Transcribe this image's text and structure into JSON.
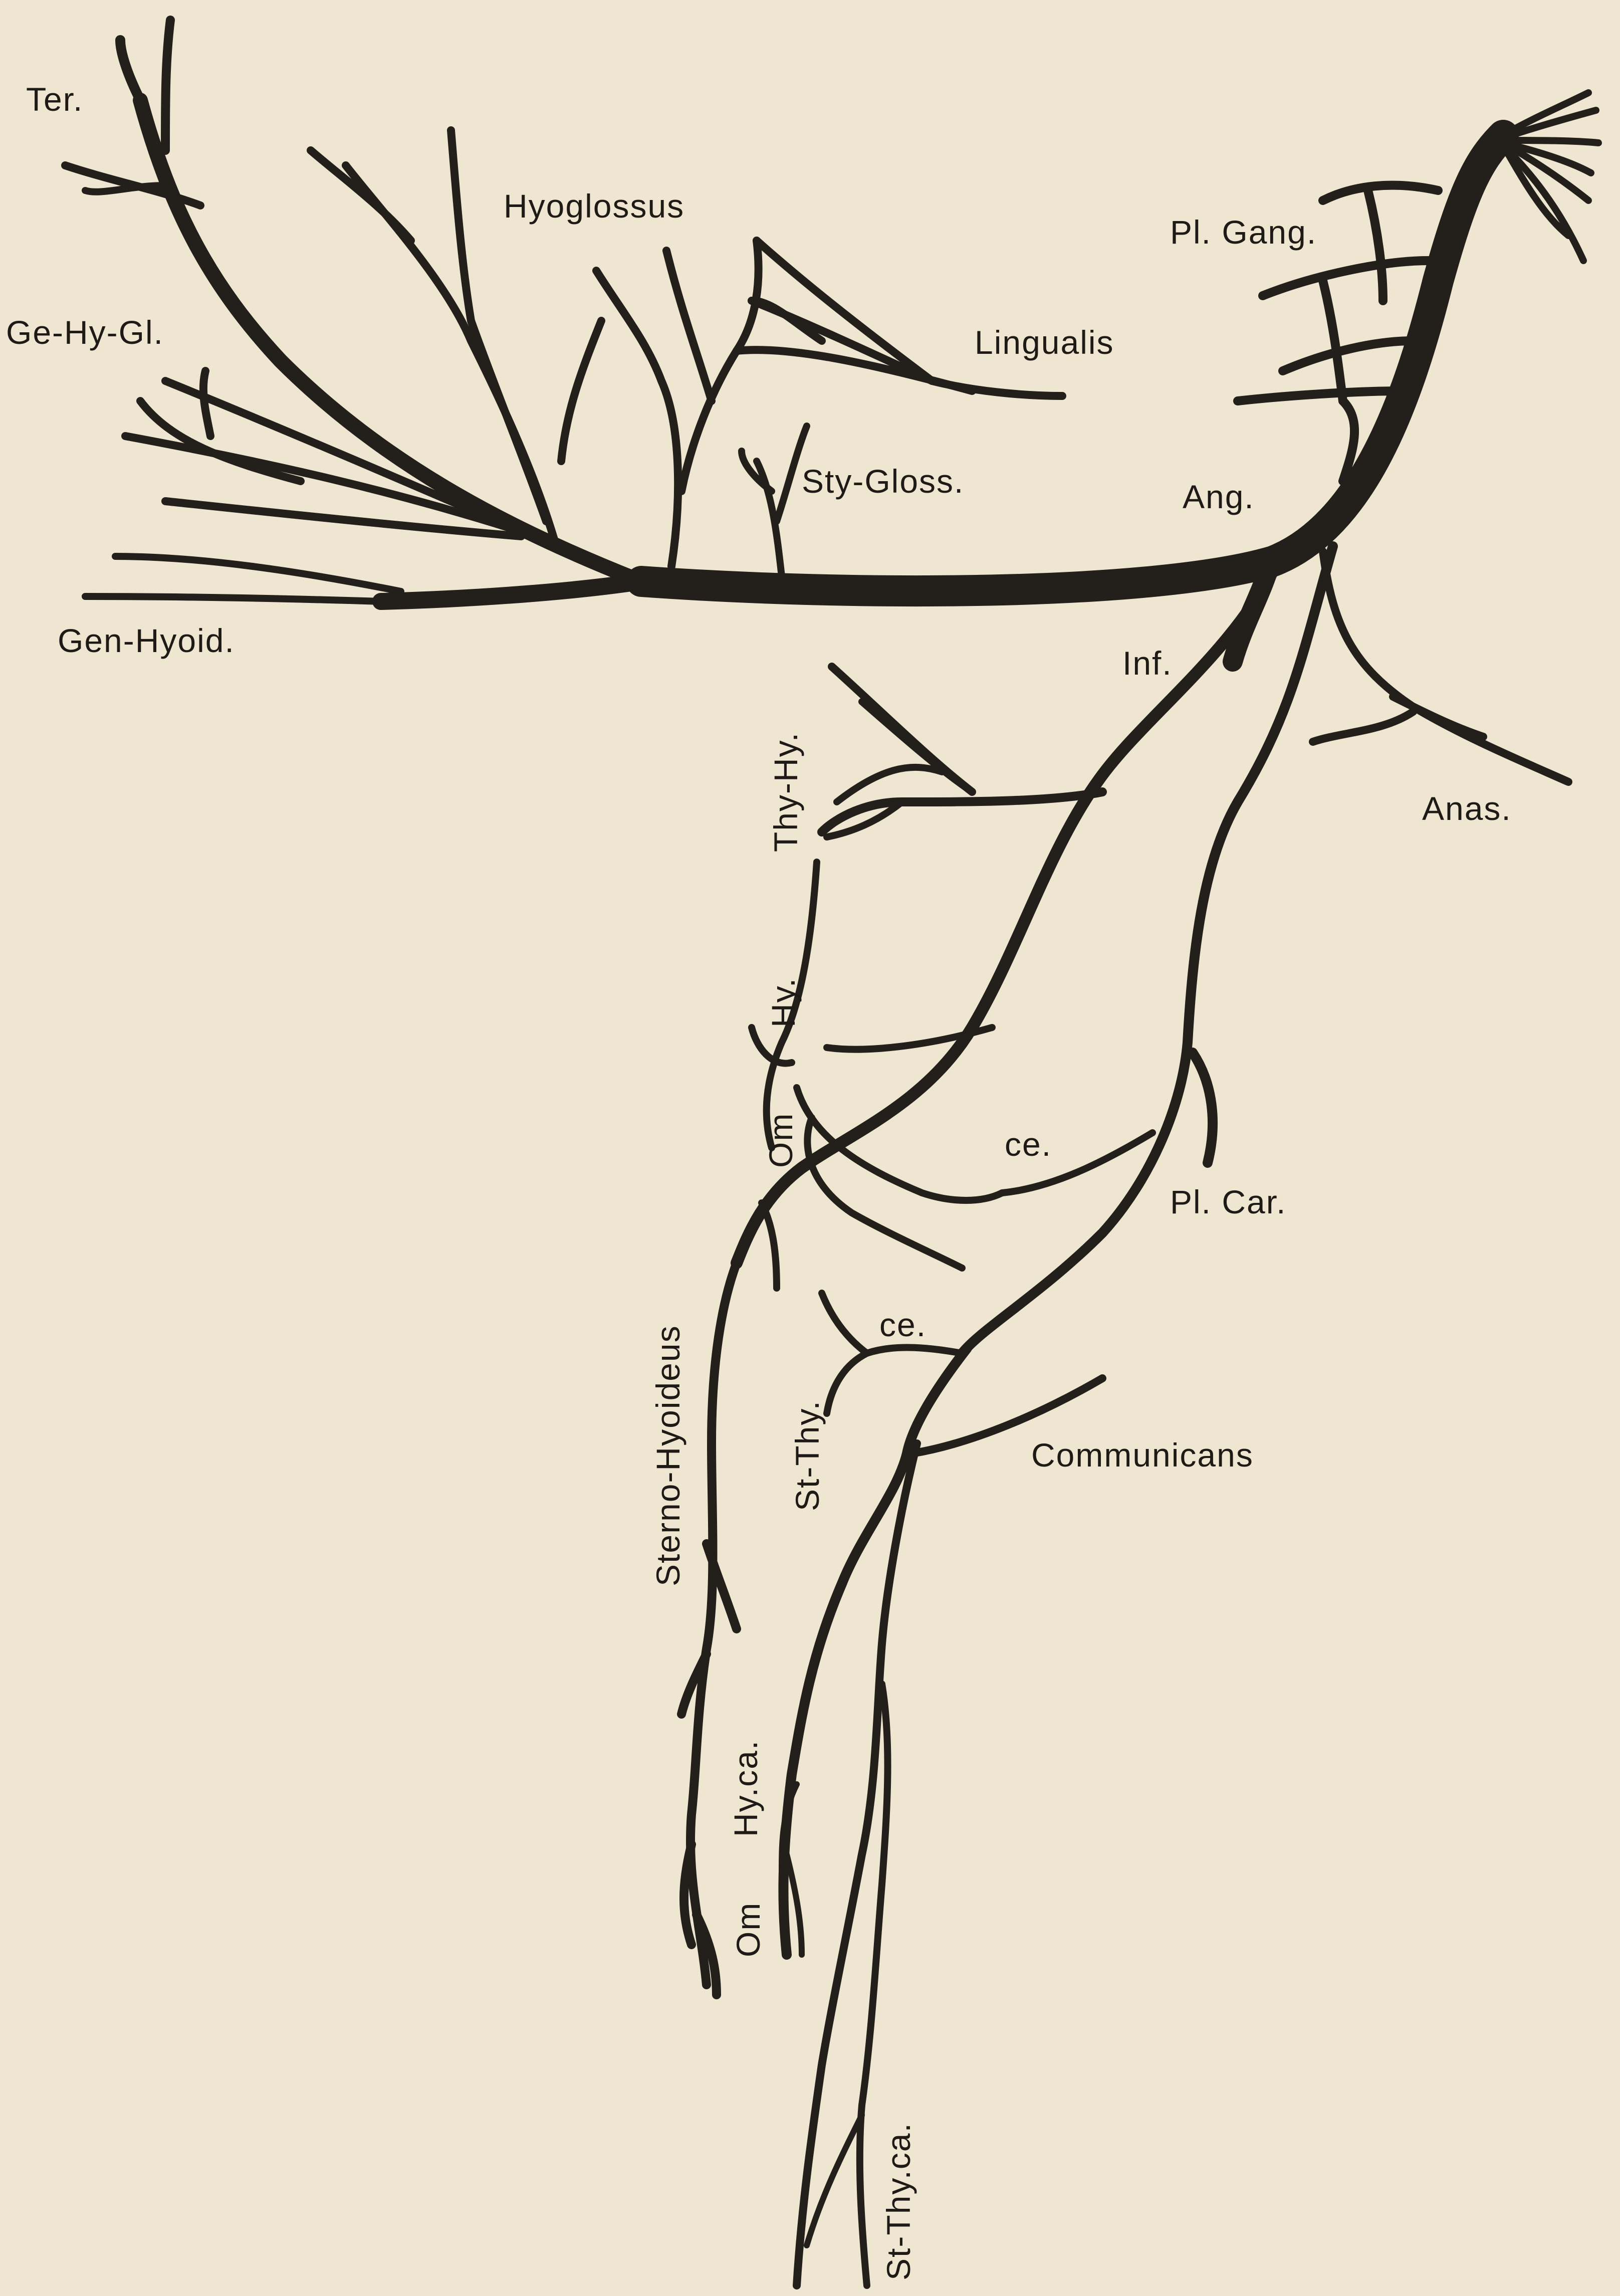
{
  "diagram": {
    "subject": "hypoglossal nerve branches",
    "ink_color": "#231f1a",
    "paper_color": "#efe6d2",
    "labels": {
      "ter": "Ter.",
      "ge_hy_gl": "Ge-Hy-Gl.",
      "gen_hyoid": "Gen-Hyoid.",
      "hyoglossus": "Hyoglossus",
      "lingualis": "Lingualis",
      "sty_gloss": "Sty-Gloss.",
      "pl_gang": "Pl. Gang.",
      "ang": "Ang.",
      "inf": "Inf.",
      "anas": "Anas.",
      "thy_hy": "Thy-Hy.",
      "hy": "Hy.",
      "om_upper": "Om",
      "ce_upper": "ce.",
      "pl_car": "Pl. Car.",
      "sterno_hyoideus": "Sterno-Hyoideus",
      "st_thy": "St-Thy.",
      "ce_lower": "ce.",
      "communicans": "Communicans",
      "hy_ca": "Hy.ca.",
      "om_lower": "Om",
      "st_thy_ca": "St-Thy.ca."
    }
  }
}
